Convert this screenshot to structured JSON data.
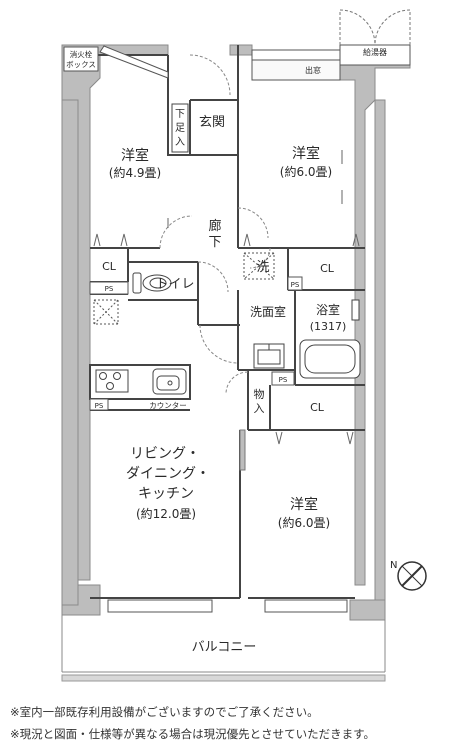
{
  "rooms": {
    "western1": {
      "name": "洋室",
      "size": "(約4.9畳)"
    },
    "western2": {
      "name": "洋室",
      "size": "(約6.0畳)"
    },
    "western3": {
      "name": "洋室",
      "size": "(約6.0畳)"
    },
    "ldk": {
      "line1": "リビング・",
      "line2": "ダイニング・",
      "line3": "キッチン",
      "size": "(約12.0畳)"
    },
    "entrance": "玄関",
    "shoe_storage": {
      "line1": "下",
      "line2": "足",
      "line3": "入"
    },
    "hallway": {
      "line1": "廊",
      "line2": "下"
    },
    "toilet": "トイレ",
    "washroom": "洗面室",
    "bath": {
      "name": "浴室",
      "size": "(1317)"
    },
    "storage": {
      "line1": "物",
      "line2": "入"
    },
    "balcony": "バルコニー"
  },
  "fixtures": {
    "closet_1": "CL",
    "closet_2": "CL",
    "closet_3": "CL",
    "ps_1": "PS",
    "ps_2": "PS",
    "ps_3": "PS",
    "ps_4": "PS",
    "washer": "洗",
    "hydrant": {
      "line1": "消火栓",
      "line2": "ボックス"
    },
    "water_heater": "給湯器",
    "bay_window": "出窓",
    "counter": "カウンター"
  },
  "notes": {
    "line1": "※室内一部既存利用設備がございますのでご了承ください。",
    "line2": "※現況と図面・仕様等が異なる場合は現況優先とさせていただきます。"
  },
  "compass": {
    "label": "N"
  }
}
